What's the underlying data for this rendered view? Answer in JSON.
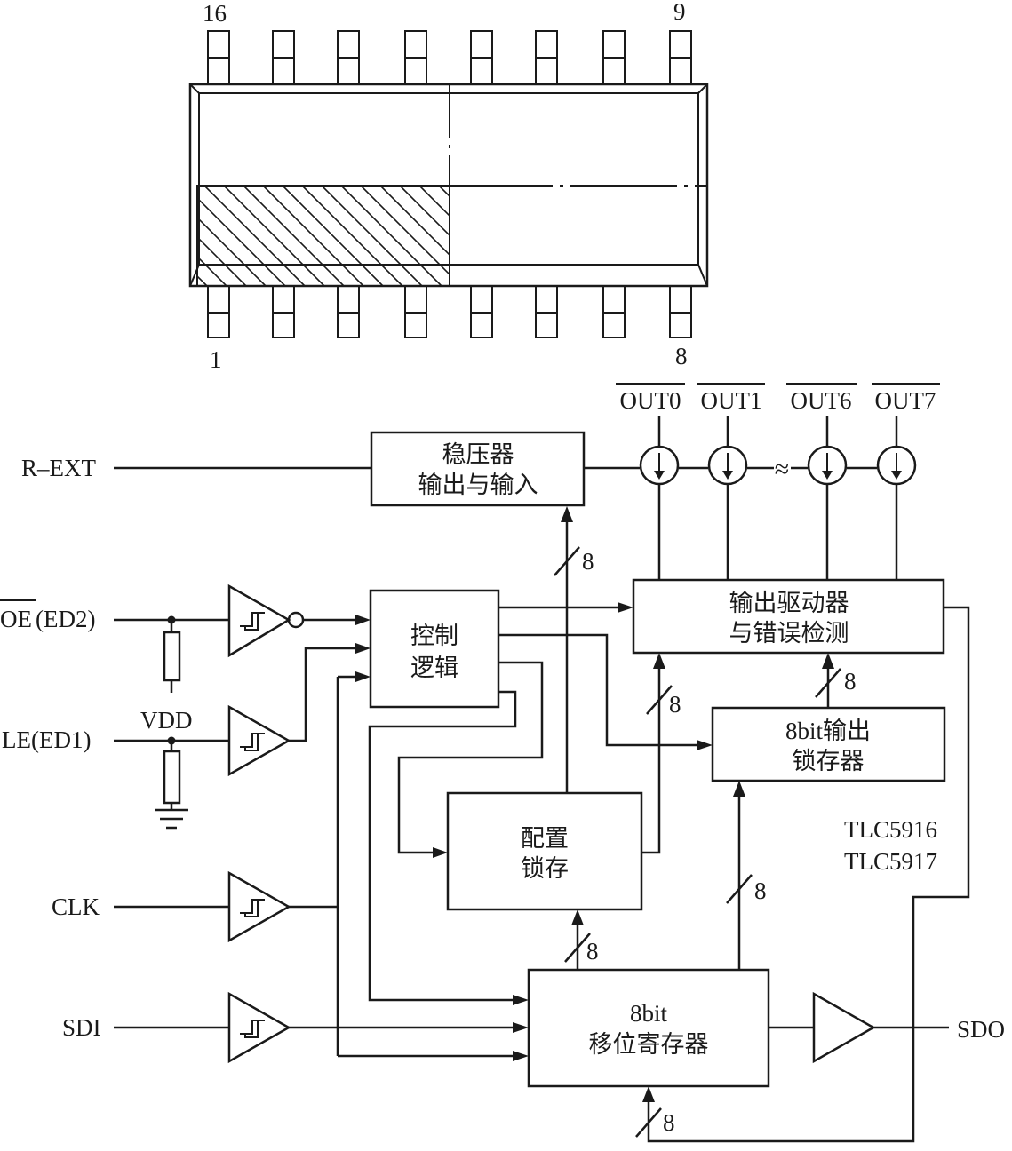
{
  "package": {
    "pin_top_left": "16",
    "pin_top_right": "9",
    "pin_bottom_left": "1",
    "pin_bottom_right": "8"
  },
  "inputs": {
    "rext": "R–EXT",
    "oe_main": "OE",
    "oe_sub": "(ED2)",
    "le": "LE(ED1)",
    "vdd": "VDD",
    "clk": "CLK",
    "sdi": "SDI"
  },
  "outputs": {
    "out0": "OUT0",
    "out1": "OUT1",
    "out6": "OUT6",
    "out7": "OUT7",
    "sdo": "SDO",
    "break_mark": "≈"
  },
  "blocks": {
    "regulator": [
      "稳压器",
      "输出与输入"
    ],
    "control": [
      "控制",
      "逻辑"
    ],
    "driver": [
      "输出驱动器",
      "与错误检测"
    ],
    "out_latch": [
      "8bit输出",
      "锁存器"
    ],
    "config": [
      "配置",
      "锁存"
    ],
    "shift_reg": [
      "8bit",
      "移位寄存器"
    ]
  },
  "bus_width": "8",
  "part_numbers": [
    "TLC5916",
    "TLC5917"
  ]
}
